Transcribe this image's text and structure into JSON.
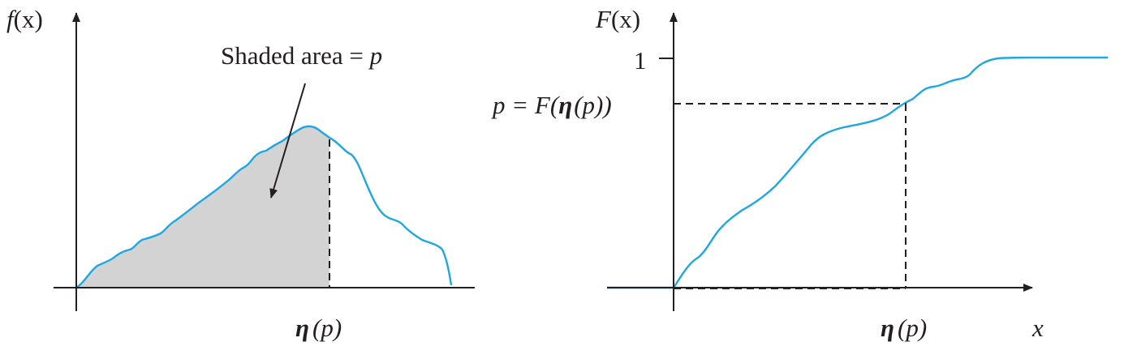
{
  "left_panel": {
    "y_axis_label_f": "f",
    "y_axis_label_x": "(x)",
    "annotation_text": "Shaded area = ",
    "annotation_var": "p",
    "x_tick_eta": "η",
    "x_tick_arg": "(p)"
  },
  "right_panel": {
    "y_axis_label_F": "F",
    "y_axis_label_x": "(x)",
    "y_tick_one": "1",
    "y_tick_p_lhs": "p",
    "y_tick_p_mid": " = F(",
    "y_tick_p_eta": "η",
    "y_tick_p_rhs": "(p))",
    "x_tick_eta": "η",
    "x_tick_arg": "(p)",
    "x_axis_label": "x"
  },
  "colors": {
    "curve": "#1ea7e1",
    "shade": "#d3d3d3",
    "ink": "#231f20"
  }
}
